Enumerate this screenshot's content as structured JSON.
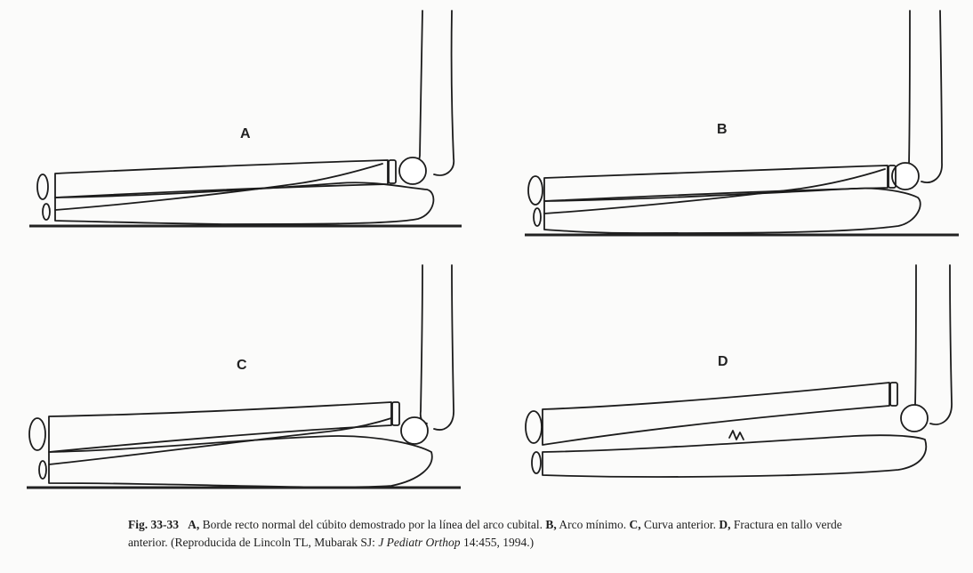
{
  "panels": [
    {
      "id": "A",
      "label": "A"
    },
    {
      "id": "B",
      "label": "B"
    },
    {
      "id": "C",
      "label": "C"
    },
    {
      "id": "D",
      "label": "D"
    }
  ],
  "caption": {
    "fig_number": "Fig. 33-33",
    "a_key": "A,",
    "a_text": "Borde recto normal del cúbito demostrado por la línea del arco cubital.",
    "b_key": "B,",
    "b_text": "Arco mínimo.",
    "c_key": "C,",
    "c_text": "Curva anterior.",
    "d_key": "D,",
    "d_text": "Fractura en tallo verde anterior. (Reproducida de Lincoln TL, Mubarak SJ:",
    "journal": "J Pediatr Orthop",
    "citation_tail": "14:455, 1994.)"
  }
}
